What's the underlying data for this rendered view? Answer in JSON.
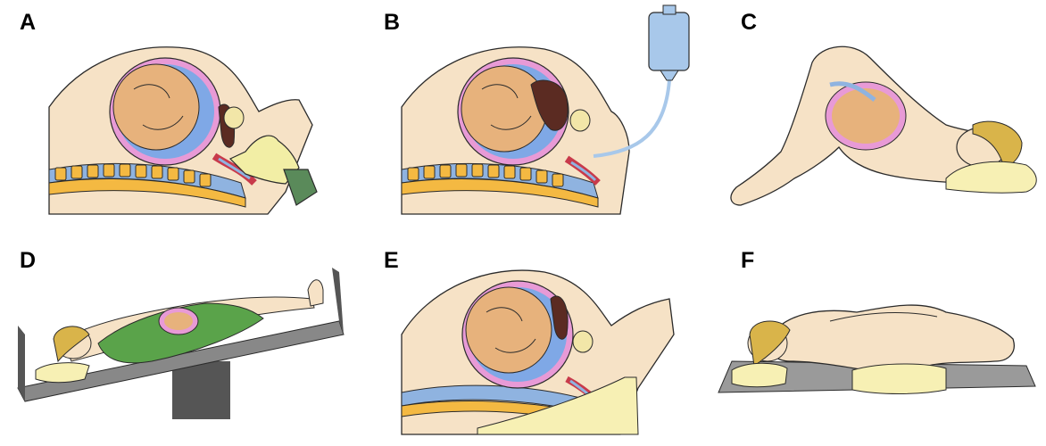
{
  "figure": {
    "panels": [
      {
        "label": "A"
      },
      {
        "label": "B"
      },
      {
        "label": "C"
      },
      {
        "label": "D"
      },
      {
        "label": "E"
      },
      {
        "label": "F"
      }
    ]
  },
  "colors": {
    "skin": "#f6e2c6",
    "skin_outline": "#2b2b2b",
    "uterus_pink": "#e89ad6",
    "fetus": "#e7b27c",
    "amniotic_blue": "#7fa8e6",
    "spine_yellow": "#f4b942",
    "spine_blue": "#8fb3e0",
    "bladder_red": "#c83a4b",
    "placenta_dark": "#5b2b22",
    "glove_yellow": "#f2eea5",
    "glove_cuff_green": "#5a8a5a",
    "iv_bag_blue": "#a8c8ea",
    "gown_green": "#5aa34a",
    "hair_blonde": "#d9b44a",
    "pillow_yellow": "#f7f0b4",
    "table_gray": "#888888",
    "table_base": "#555555",
    "mat_gray": "#9a9a9a"
  },
  "icons": [
    "glove-icon",
    "iv-bag-icon",
    "pillow-icon",
    "wedge-icon",
    "tilt-table-icon"
  ]
}
